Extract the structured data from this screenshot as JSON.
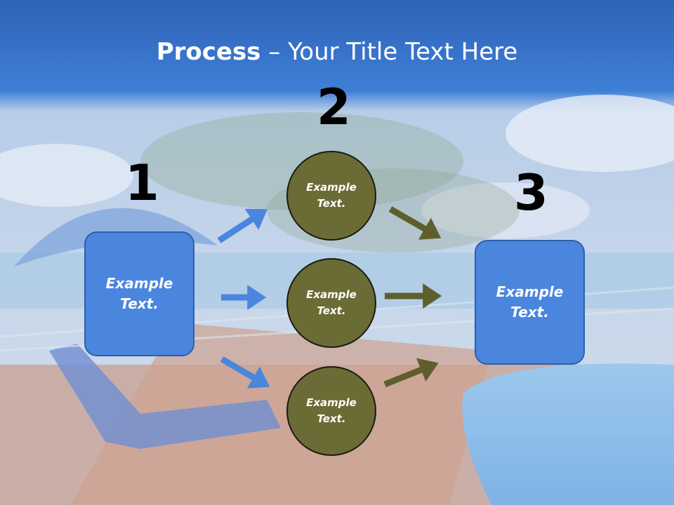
{
  "slide": {
    "title_bold": "Process",
    "title_rest": " – Your Title Text Here"
  },
  "steps": {
    "num1": "1",
    "num2": "2",
    "num3": "3"
  },
  "boxes": {
    "left_text": "Example\nText.",
    "right_text": "Example\nText."
  },
  "circles": [
    {
      "text": "Example\nText."
    },
    {
      "text": "Example\nText."
    },
    {
      "text": "Example\nText."
    }
  ],
  "colors": {
    "box_fill": "#4a86de",
    "circle_fill": "#6b6b35",
    "blue_arrow": "#4a86de",
    "olive_arrow": "#5f5f2e"
  }
}
